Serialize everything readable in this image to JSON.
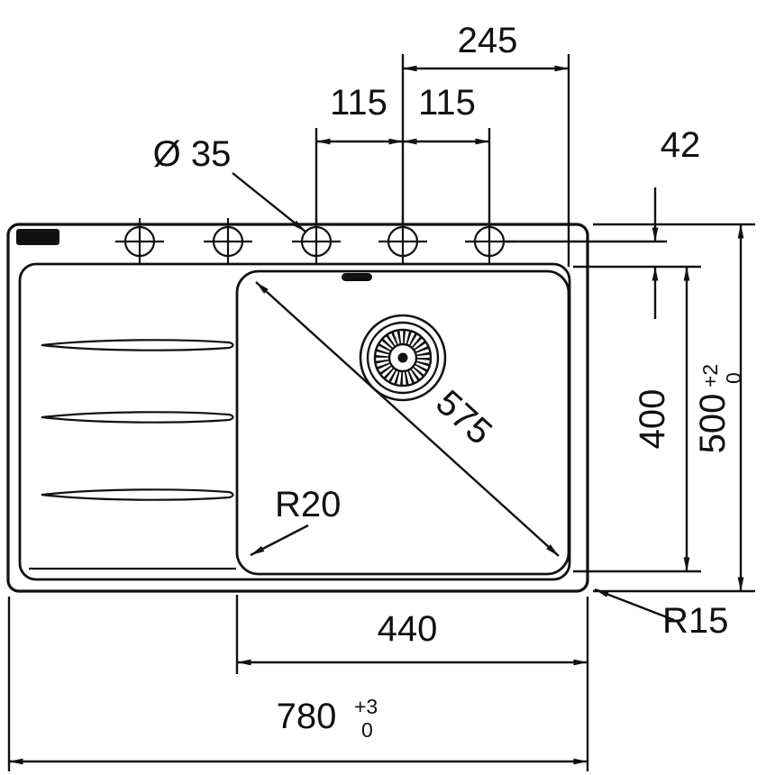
{
  "drawing": {
    "subject": "kitchen-sink-technical-drawing-top-view",
    "dims": {
      "d245": "245",
      "d115a": "115",
      "d115b": "115",
      "d35": "Ø 35",
      "d42": "42",
      "d400": "400",
      "d500": "500",
      "d500_tol_plus": "+2",
      "d500_tol_minus": "0",
      "d575": "575",
      "r20": "R20",
      "d440": "440",
      "r15": "R15",
      "d780": "780",
      "d780_tol_plus": "+3",
      "d780_tol_minus": "0"
    }
  }
}
